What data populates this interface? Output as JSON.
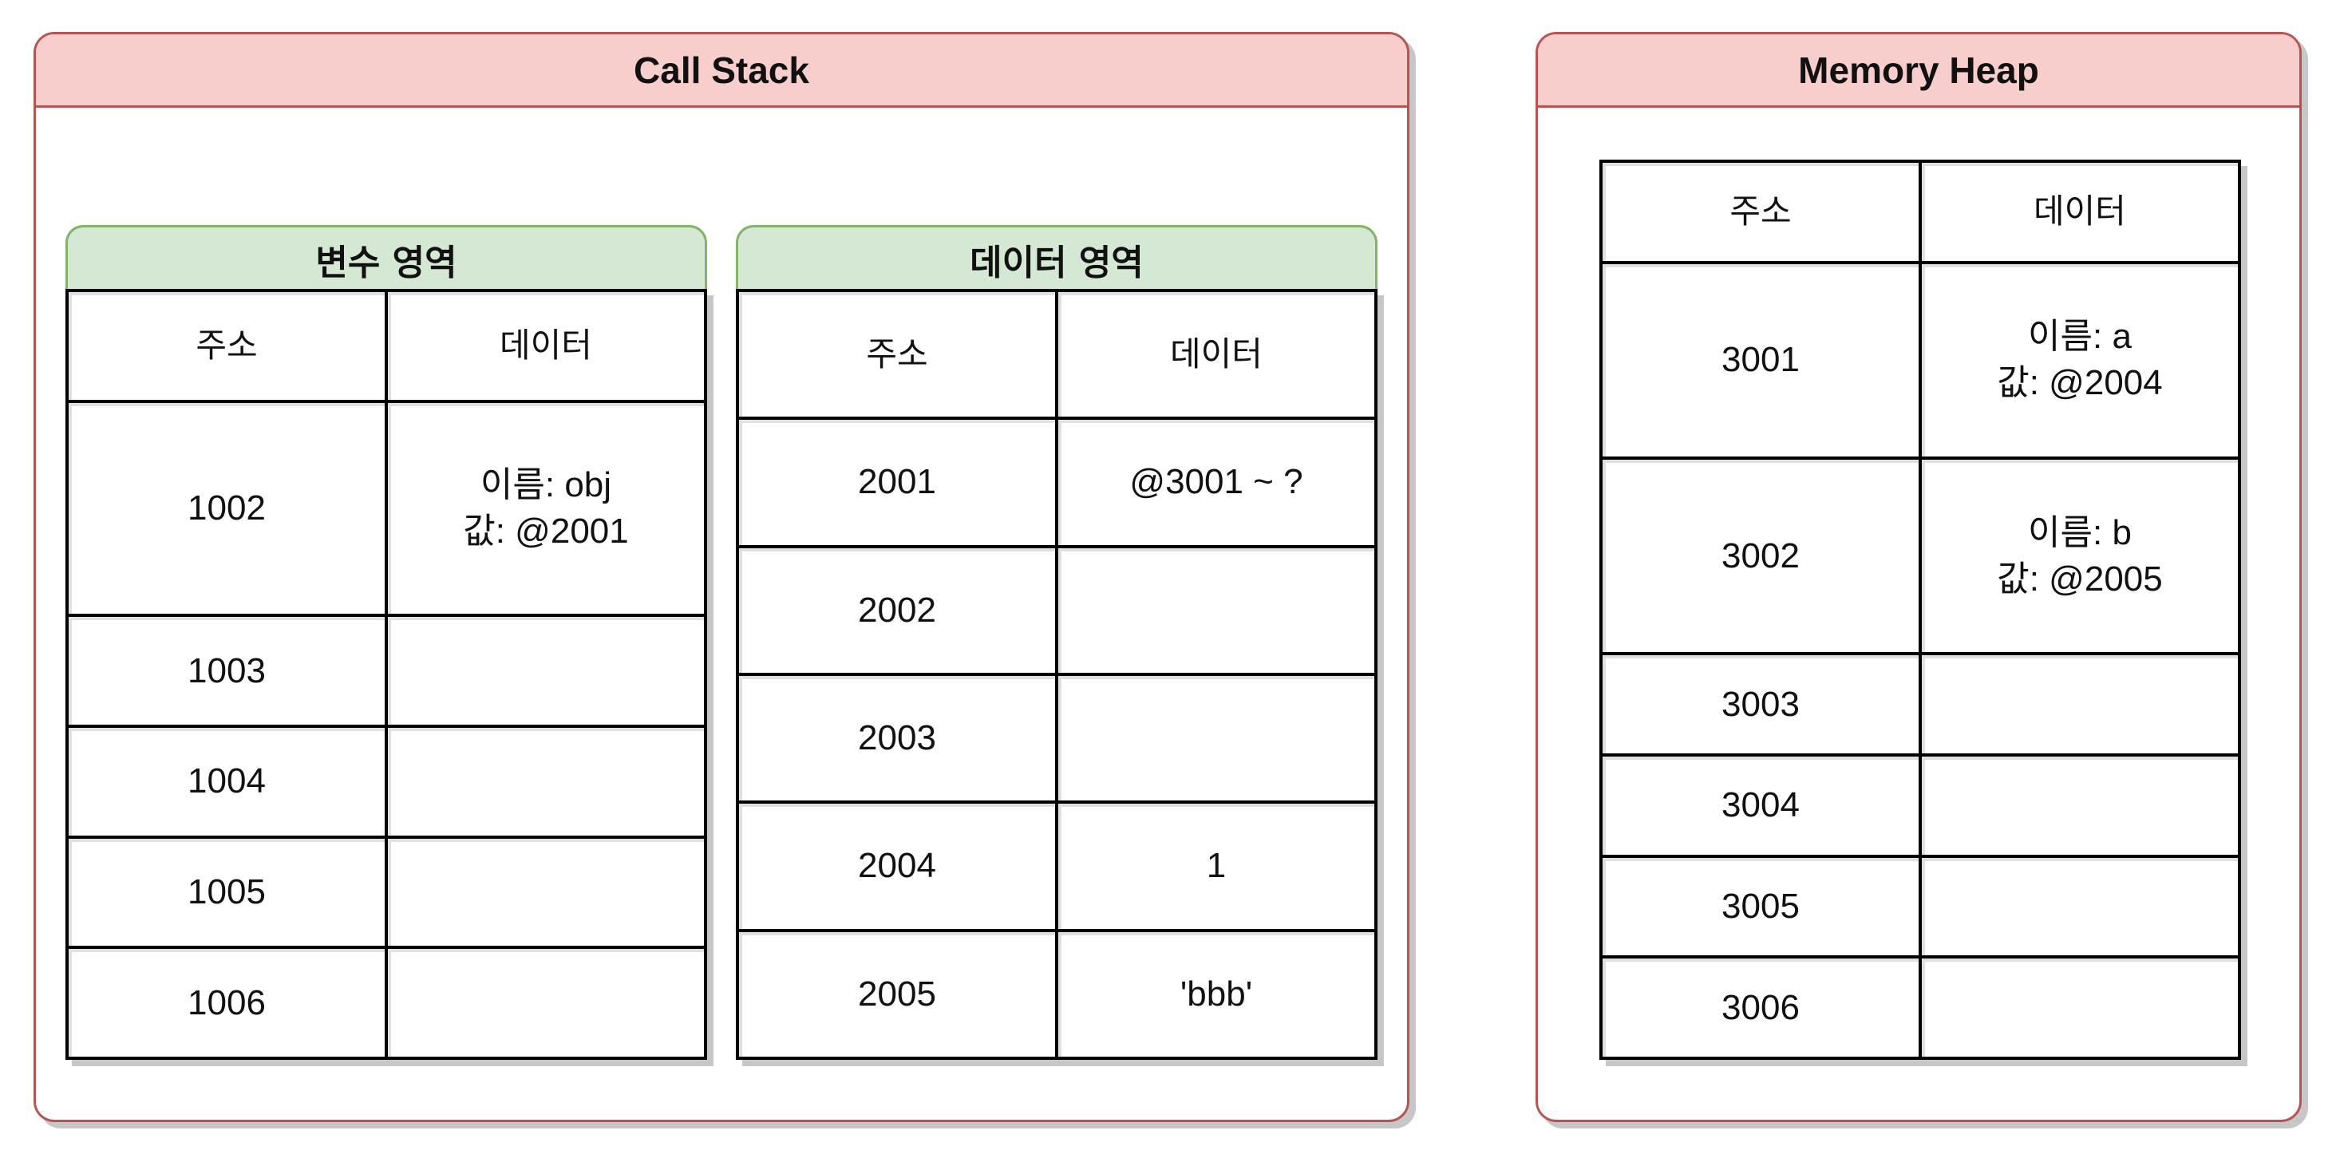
{
  "call_stack": {
    "title": "Call Stack",
    "variable_area": {
      "title": "변수 영역",
      "columns": [
        "주소",
        "데이터"
      ],
      "rows": [
        {
          "address": "1002",
          "data": [
            "이름: obj",
            "값: @2001"
          ]
        },
        {
          "address": "1003",
          "data": []
        },
        {
          "address": "1004",
          "data": []
        },
        {
          "address": "1005",
          "data": []
        },
        {
          "address": "1006",
          "data": []
        }
      ]
    },
    "data_area": {
      "title": "데이터 영역",
      "columns": [
        "주소",
        "데이터"
      ],
      "rows": [
        {
          "address": "2001",
          "data": [
            "@3001 ~ ?"
          ]
        },
        {
          "address": "2002",
          "data": []
        },
        {
          "address": "2003",
          "data": []
        },
        {
          "address": "2004",
          "data": [
            "1"
          ]
        },
        {
          "address": "2005",
          "data": [
            "'bbb'"
          ]
        }
      ]
    }
  },
  "memory_heap": {
    "title": "Memory Heap",
    "columns": [
      "주소",
      "데이터"
    ],
    "rows": [
      {
        "address": "3001",
        "data": [
          "이름: a",
          "값: @2004"
        ]
      },
      {
        "address": "3002",
        "data": [
          "이름: b",
          "값: @2005"
        ]
      },
      {
        "address": "3003",
        "data": []
      },
      {
        "address": "3004",
        "data": []
      },
      {
        "address": "3005",
        "data": []
      },
      {
        "address": "3006",
        "data": []
      }
    ]
  },
  "colors": {
    "panel_border": "#b85450",
    "panel_header_fill": "#f8cecc",
    "section_border": "#82b366",
    "section_header_fill": "#d5e8d4",
    "table_border": "#000000"
  }
}
